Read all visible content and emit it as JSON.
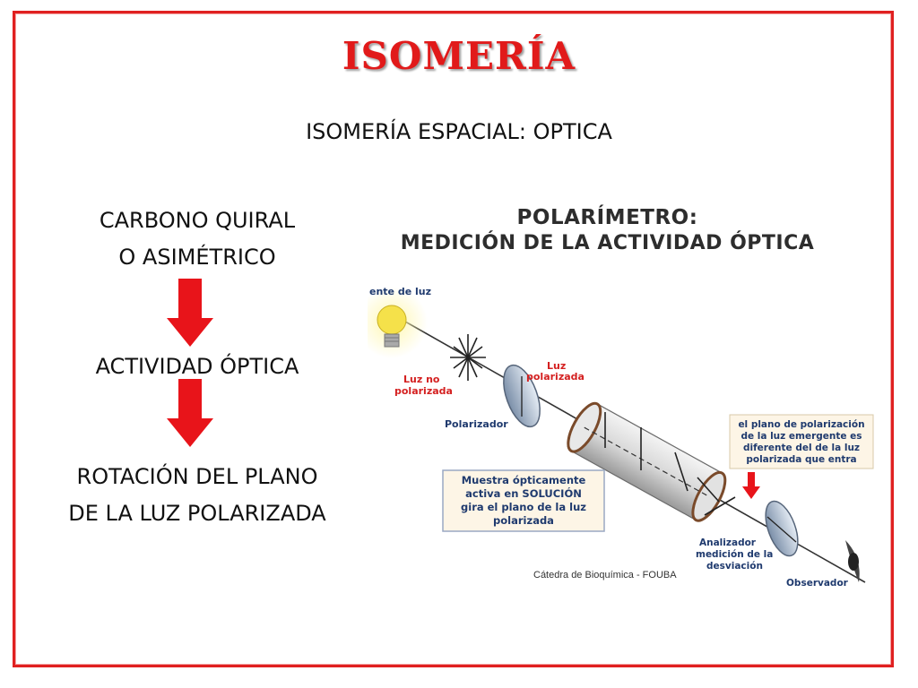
{
  "title": "ISOMERÍA",
  "subtitle": "ISOMERÍA ESPACIAL: OPTICA",
  "left": {
    "line1": "CARBONO QUIRAL",
    "line2": "O ASIMÉTRICO",
    "line3": "ACTIVIDAD ÓPTICA",
    "line4": "ROTACIÓN DEL PLANO",
    "line5": "DE LA LUZ POLARIZADA"
  },
  "diagram": {
    "heading1": "POLARÍMETRO:",
    "heading2": "MEDICIÓN DE LA ACTIVIDAD ÓPTICA",
    "light_source": "ente de luz",
    "unpolarized_1": "Luz no",
    "unpolarized_2": "polarizada",
    "polarized_1": "Luz",
    "polarized_2": "polarizada",
    "polarizer": "Polarizador",
    "info_1": "el plano de polarización",
    "info_2": "de la luz emergente es",
    "info_3": "diferente del de la luz",
    "info_4": "polarizada que entra",
    "sample_1": "Muestra ópticamente",
    "sample_2": "activa en SOLUCIÓN",
    "sample_3": "gira el plano de la luz",
    "sample_4": "polarizada",
    "analyzer_1": "Analizador",
    "analyzer_2": "medición de la",
    "analyzer_3": "desviación",
    "observer": "Observador",
    "credit": "Cátedra de Bioquímica - FOUBA"
  },
  "colors": {
    "title": "#e11a1a",
    "frame": "#e02020",
    "arrow": "#e8141a",
    "label_blue": "#1f3a6e",
    "label_red": "#d42020"
  }
}
